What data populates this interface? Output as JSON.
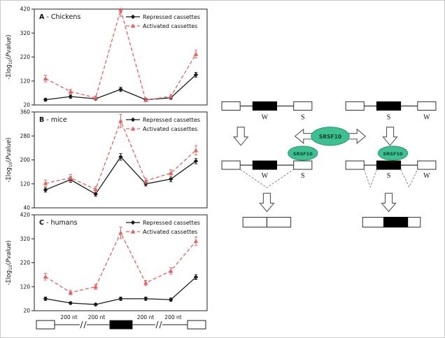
{
  "ylabel": {
    "pre": "-Σlog",
    "sub": "10",
    "open": "(",
    "var": "Pvalue",
    "close": ")"
  },
  "chart_data": [
    {
      "type": "line",
      "panel_letter": "A",
      "panel_rest": " - Chickens",
      "ylim": [
        20,
        420
      ],
      "yticks": [
        20,
        120,
        220,
        320,
        420
      ],
      "x": [
        1,
        2,
        3,
        4,
        5,
        6,
        7
      ],
      "series": [
        {
          "name": "Repressed cassettes",
          "color": "#1a1a1a",
          "dash": "",
          "marker": "diamond",
          "values": [
            42,
            55,
            46,
            85,
            42,
            50,
            146
          ],
          "errors": [
            6,
            7,
            5,
            9,
            5,
            6,
            10
          ]
        },
        {
          "name": "Activated cassettes",
          "color": "#e8605f",
          "dash": "5,3",
          "marker": "triangle",
          "values": [
            130,
            76,
            50,
            418,
            40,
            56,
            232
          ],
          "errors": [
            14,
            9,
            7,
            28,
            5,
            8,
            16
          ]
        }
      ]
    },
    {
      "type": "line",
      "panel_letter": "B",
      "panel_rest": " - mice",
      "ylim": [
        40,
        360
      ],
      "yticks": [
        40,
        120,
        200,
        280,
        360
      ],
      "x": [
        1,
        2,
        3,
        4,
        5,
        6,
        7
      ],
      "series": [
        {
          "name": "Repressed cassettes",
          "color": "#1a1a1a",
          "dash": "",
          "marker": "diamond",
          "values": [
            100,
            134,
            86,
            210,
            120,
            136,
            196
          ],
          "errors": [
            7,
            9,
            7,
            11,
            7,
            9,
            9
          ]
        },
        {
          "name": "Activated cassettes",
          "color": "#e8605f",
          "dash": "5,3",
          "marker": "triangle",
          "values": [
            122,
            140,
            102,
            330,
            130,
            156,
            232
          ],
          "errors": [
            11,
            11,
            9,
            22,
            9,
            11,
            16
          ]
        }
      ]
    },
    {
      "type": "line",
      "panel_letter": "C",
      "panel_rest": " - humans",
      "ylim": [
        20,
        420
      ],
      "yticks": [
        20,
        120,
        220,
        320,
        420
      ],
      "x": [
        1,
        2,
        3,
        4,
        5,
        6,
        7
      ],
      "series": [
        {
          "name": "Repressed cassettes",
          "color": "#1a1a1a",
          "dash": "",
          "marker": "diamond",
          "values": [
            70,
            52,
            46,
            70,
            70,
            66,
            160
          ],
          "errors": [
            7,
            5,
            5,
            7,
            7,
            7,
            10
          ]
        },
        {
          "name": "Activated cassettes",
          "color": "#e8605f",
          "dash": "5,3",
          "marker": "triangle",
          "values": [
            162,
            96,
            120,
            345,
            136,
            186,
            310
          ],
          "errors": [
            14,
            9,
            11,
            24,
            11,
            14,
            18
          ]
        }
      ]
    }
  ],
  "axis_strip": {
    "segment_labels": [
      "200 nt",
      "200 nt",
      "200 nt",
      "200 nt"
    ]
  },
  "diagram": {
    "srsf10_label": "SRSF10",
    "structures": {
      "top_left": [
        "W",
        "S"
      ],
      "top_right": [
        "S",
        "W"
      ],
      "mid_left": [
        "W",
        "S"
      ],
      "mid_right": [
        "S",
        "W"
      ]
    },
    "colors": {
      "srsf10_fill": "#3fc092",
      "srsf10_stroke": "#1f9973"
    }
  }
}
